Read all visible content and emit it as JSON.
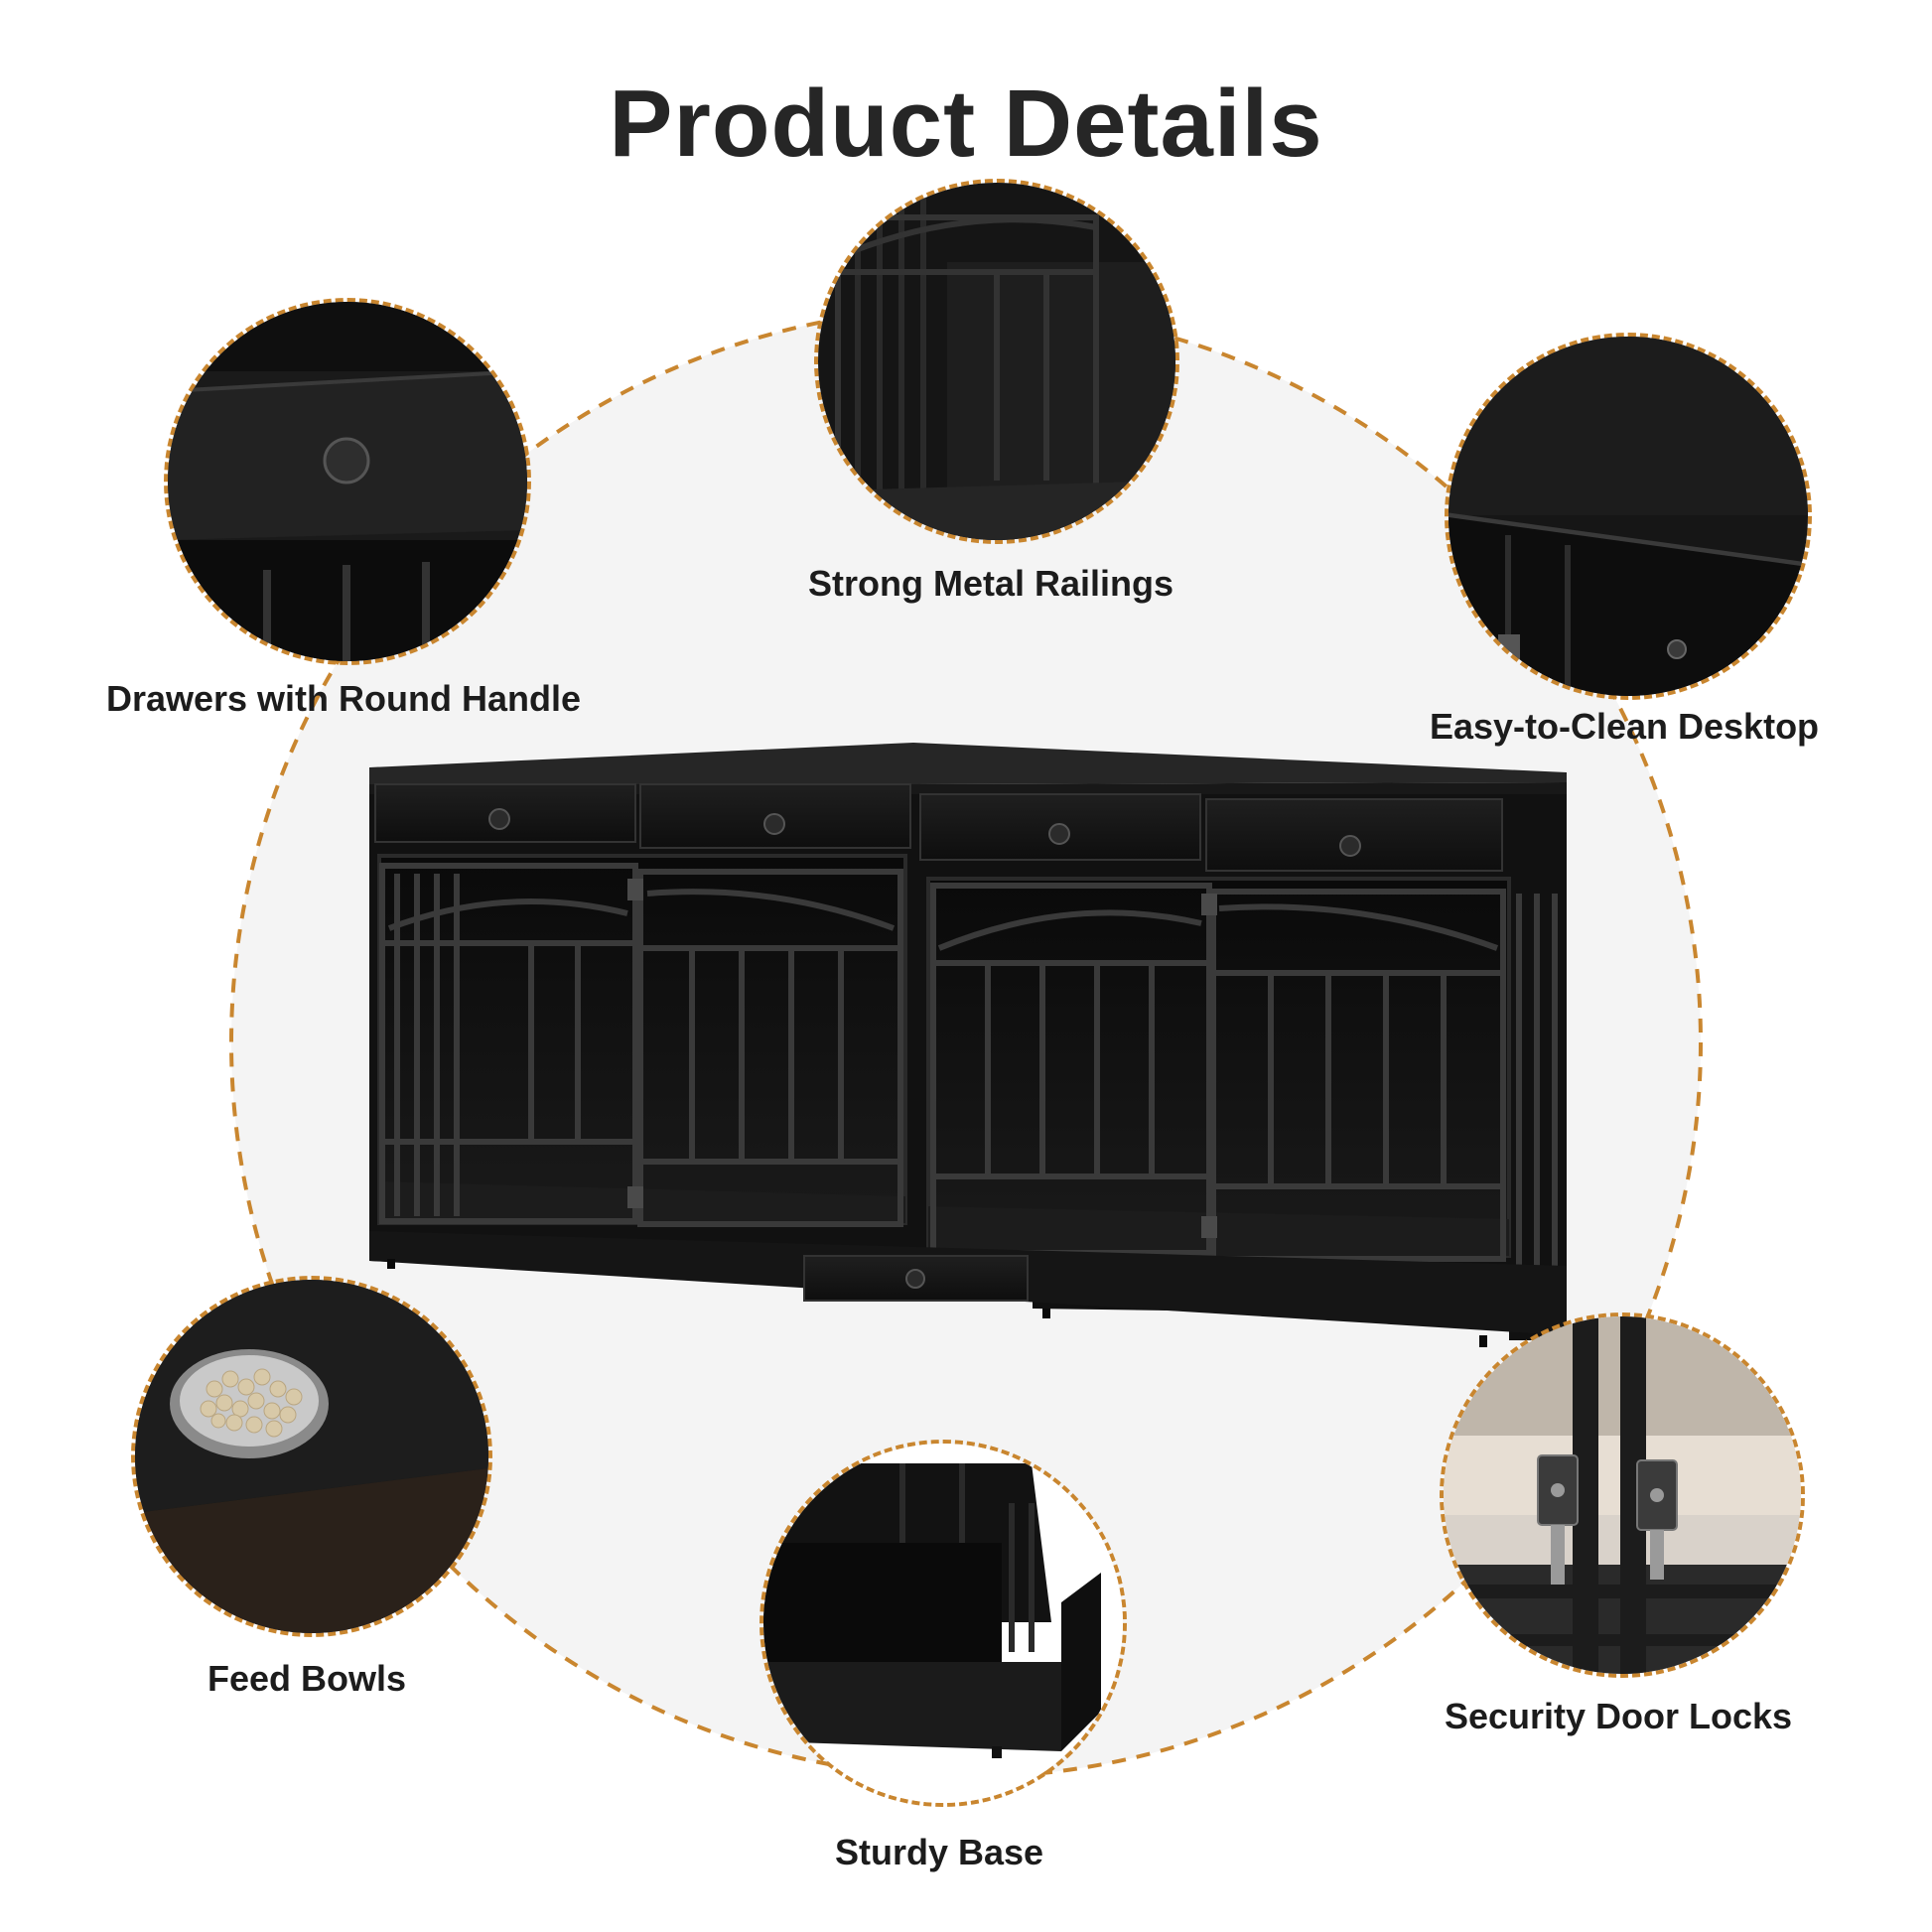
{
  "title": "Product Details",
  "features": [
    {
      "id": "drawers",
      "label": "Drawers with Round Handle",
      "icon": "drawer-handle-icon"
    },
    {
      "id": "railings",
      "label": "Strong Metal Railings",
      "icon": "metal-railing-icon"
    },
    {
      "id": "desktop",
      "label": "Easy-to-Clean Desktop",
      "icon": "desktop-icon"
    },
    {
      "id": "bowls",
      "label": "Feed Bowls",
      "icon": "feed-bowl-icon"
    },
    {
      "id": "base",
      "label": "Sturdy Base",
      "icon": "base-icon"
    },
    {
      "id": "locks",
      "label": "Security Door Locks",
      "icon": "door-lock-icon"
    }
  ],
  "colors": {
    "accent": "#c9862f",
    "furniture": "#141414",
    "background": "#f5f5f5",
    "text": "#262626"
  }
}
